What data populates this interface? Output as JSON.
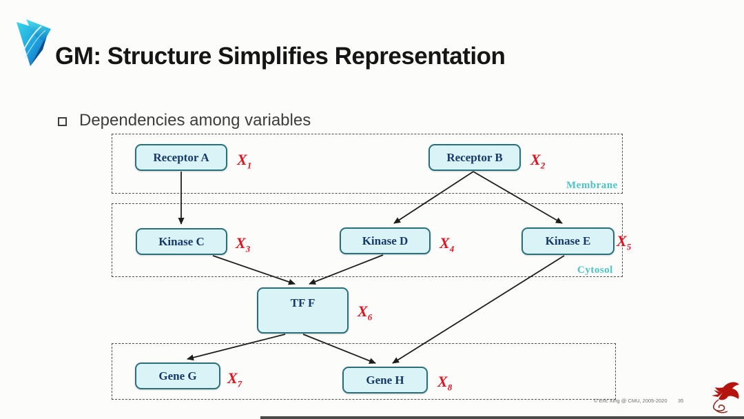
{
  "slide": {
    "title": "GM: Structure Simplifies Representation",
    "bullet": "Dependencies among variables"
  },
  "regions": {
    "membrane": "Membrane",
    "cytosol": "Cytosol"
  },
  "nodes": {
    "receptor_a": {
      "label": "Receptor A",
      "var": "X",
      "sub": "1"
    },
    "receptor_b": {
      "label": "Receptor B",
      "var": "X",
      "sub": "2"
    },
    "kinase_c": {
      "label": "Kinase C",
      "var": "X",
      "sub": "3"
    },
    "kinase_d": {
      "label": "Kinase D",
      "var": "X",
      "sub": "4"
    },
    "kinase_e": {
      "label": "Kinase E",
      "var": "X",
      "sub": "5"
    },
    "tf_f": {
      "label": "TF F",
      "var": "X",
      "sub": "6"
    },
    "gene_g": {
      "label": "Gene G",
      "var": "X",
      "sub": "7"
    },
    "gene_h": {
      "label": "Gene H",
      "var": "X",
      "sub": "8"
    }
  },
  "edges": [
    {
      "from": "Receptor A",
      "to": "Kinase C"
    },
    {
      "from": "Receptor B",
      "to": "Kinase D"
    },
    {
      "from": "Receptor B",
      "to": "Kinase E"
    },
    {
      "from": "Kinase C",
      "to": "TF F"
    },
    {
      "from": "Kinase D",
      "to": "TF F"
    },
    {
      "from": "TF F",
      "to": "Gene G"
    },
    {
      "from": "TF F",
      "to": "Gene H"
    },
    {
      "from": "Kinase E",
      "to": "Gene H"
    }
  ],
  "footer": {
    "copyright": "© Eric Xing @ CMU, 2005-2020",
    "page": "35"
  },
  "colors": {
    "node_fill": "#d9f3f7",
    "node_border": "#27707b",
    "node_text": "#16396b",
    "variable_red": "#e3131f",
    "region_label_teal": "#4cc3c7",
    "arrow": "#1d1d1d"
  }
}
